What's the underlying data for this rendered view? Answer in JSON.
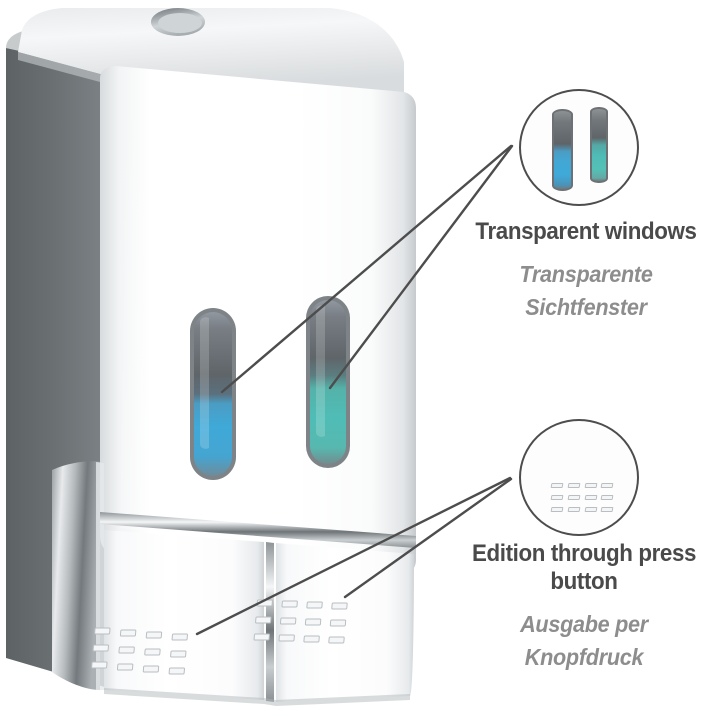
{
  "image": {
    "kind": "product-infographic",
    "product": "wall-mounted double soap dispenser",
    "background_color": "#ffffff"
  },
  "colors": {
    "headline_text": "#4a4a4a",
    "subline_text": "#8d8d8d",
    "leader_line": "#4d4d4d",
    "circle_stroke": "#4d4d4d",
    "body_white": "#ffffff",
    "side_panel_gray": "#63686a",
    "chrome_gray": "#c9cdd0",
    "liquid_blue": "#3fa9d8",
    "liquid_teal": "#4fbdb6",
    "window_gray": "#5e6467"
  },
  "callouts": [
    {
      "id": "transparent-windows",
      "headline": "Transparent windows",
      "subline_line1": "Transparente",
      "subline_line2": "Sichtfenster",
      "detail_circle": {
        "kind": "two-window-pills",
        "left_pill_liquid": "blue",
        "right_pill_liquid": "teal"
      },
      "leader_lines": 2
    },
    {
      "id": "press-button",
      "headline_line1": "Edition through press",
      "headline_line2": "button",
      "subline_line1": "Ausgabe per",
      "subline_line2": "Knopfdruck",
      "detail_circle": {
        "kind": "dash-grid",
        "columns": 4,
        "rows": 3,
        "dash_count": 12
      },
      "leader_lines": 2
    }
  ],
  "product_parts": {
    "top_keyhole": "oval recess on top cover",
    "left_side_panel": "dark gray side wall",
    "chrome_base_trim": "mirror chrome strip",
    "window_left_liquid": "blue",
    "window_right_liquid": "teal",
    "buttons": 2,
    "button_dash_columns": 4,
    "button_dash_rows": 3
  }
}
